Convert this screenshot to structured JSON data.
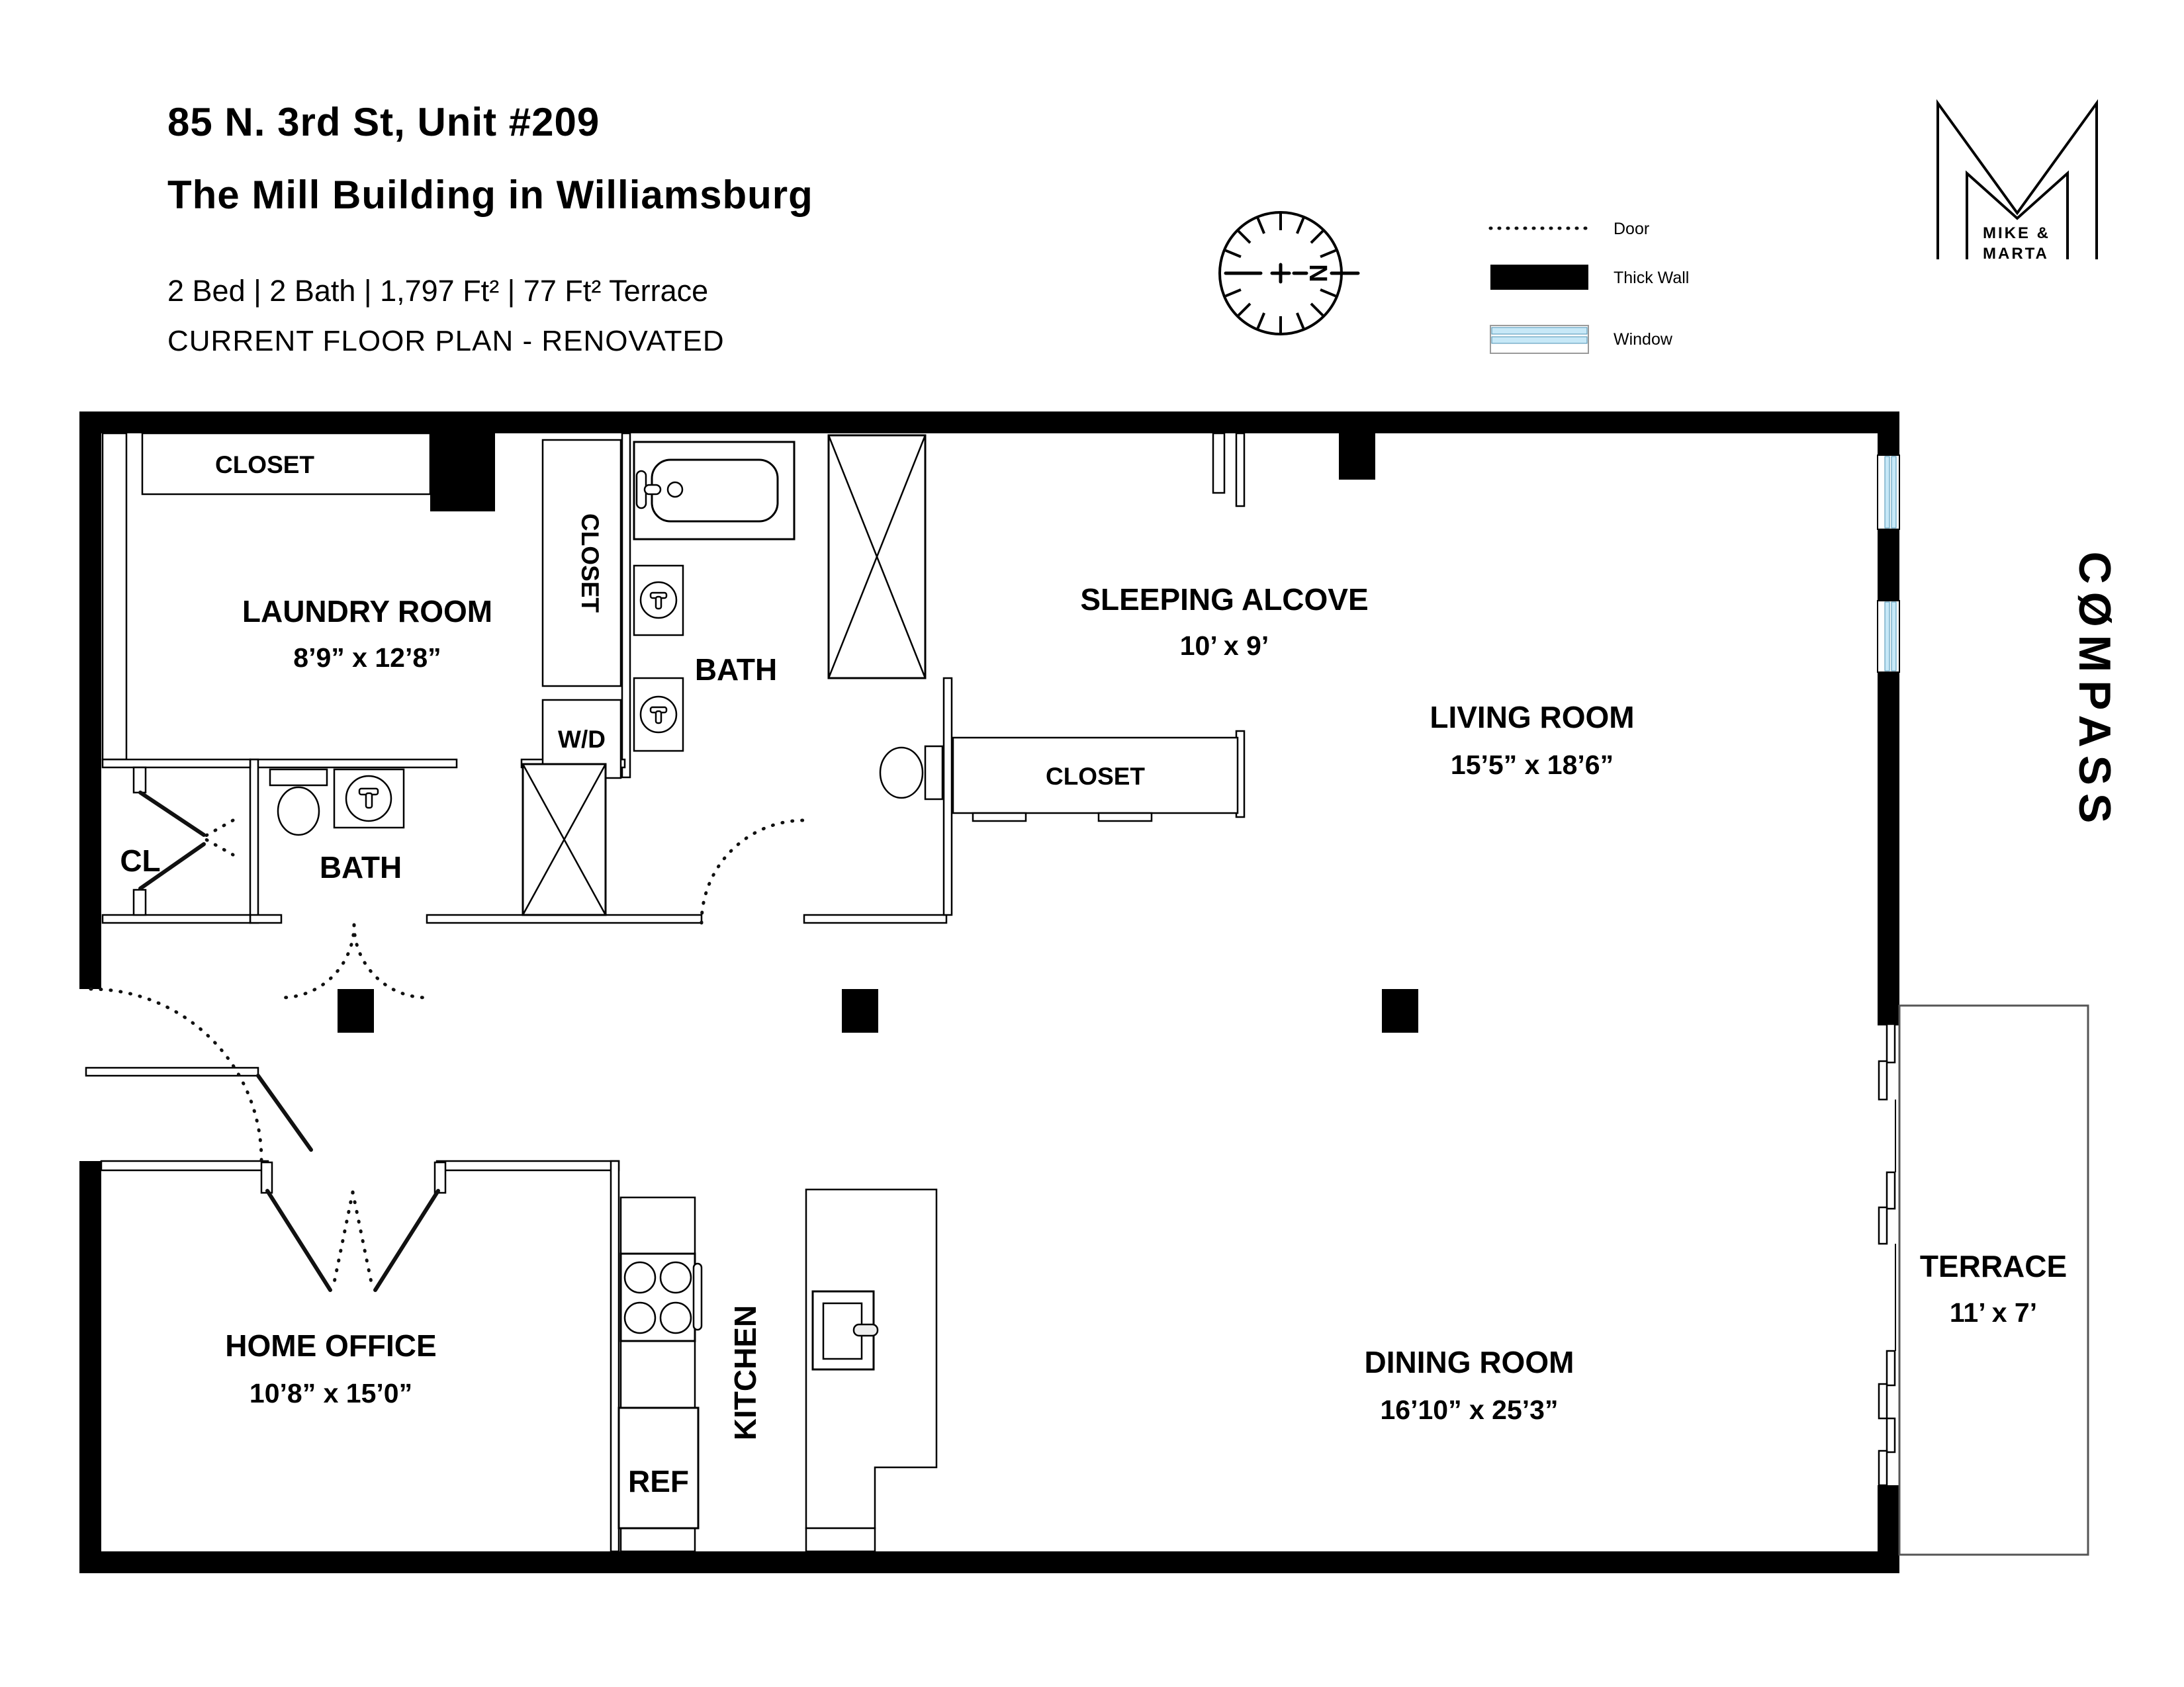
{
  "header": {
    "title_line1": "85 N. 3rd St, Unit #209",
    "title_line2": "The Mill Building in Williamsburg",
    "stats": "2 Bed  |  2 Bath  |  1,797 Ft²  |  77 Ft² Terrace",
    "plan_type": "CURRENT FLOOR PLAN - RENOVATED"
  },
  "legend": {
    "door": "Door",
    "thick_wall": "Thick Wall",
    "window": "Window"
  },
  "compass": {
    "north": "N"
  },
  "branding": {
    "agents_line1": "MIKE &",
    "agents_line2": "MARTA",
    "brokerage": "CØMPASS"
  },
  "rooms": {
    "laundry": {
      "name": "LAUNDRY ROOM",
      "dims": "8’9” x 12’8”"
    },
    "sleeping_alcove": {
      "name": "SLEEPING ALCOVE",
      "dims": "10’ x 9’"
    },
    "living_room": {
      "name": "LIVING ROOM",
      "dims": "15’5” x 18’6”"
    },
    "home_office": {
      "name": "HOME OFFICE",
      "dims": "10’8” x 15’0”"
    },
    "dining_room": {
      "name": "DINING ROOM",
      "dims": "16’10” x 25’3”"
    },
    "terrace": {
      "name": "TERRACE",
      "dims": "11’ x 7’"
    },
    "bath_main": {
      "name": "BATH"
    },
    "bath_second": {
      "name": "BATH"
    },
    "kitchen": {
      "name": "KITCHEN"
    },
    "closet_entry": {
      "name": "CLOSET"
    },
    "closet_laundry": {
      "name": "CLOSET"
    },
    "closet_alcove": {
      "name": "CLOSET"
    },
    "cl": {
      "name": "CL"
    },
    "wd": {
      "name": "W/D"
    },
    "ref": {
      "name": "REF"
    }
  },
  "colors": {
    "wall": "#000000",
    "window_blue": "#c7e8f7",
    "line": "#111111"
  }
}
